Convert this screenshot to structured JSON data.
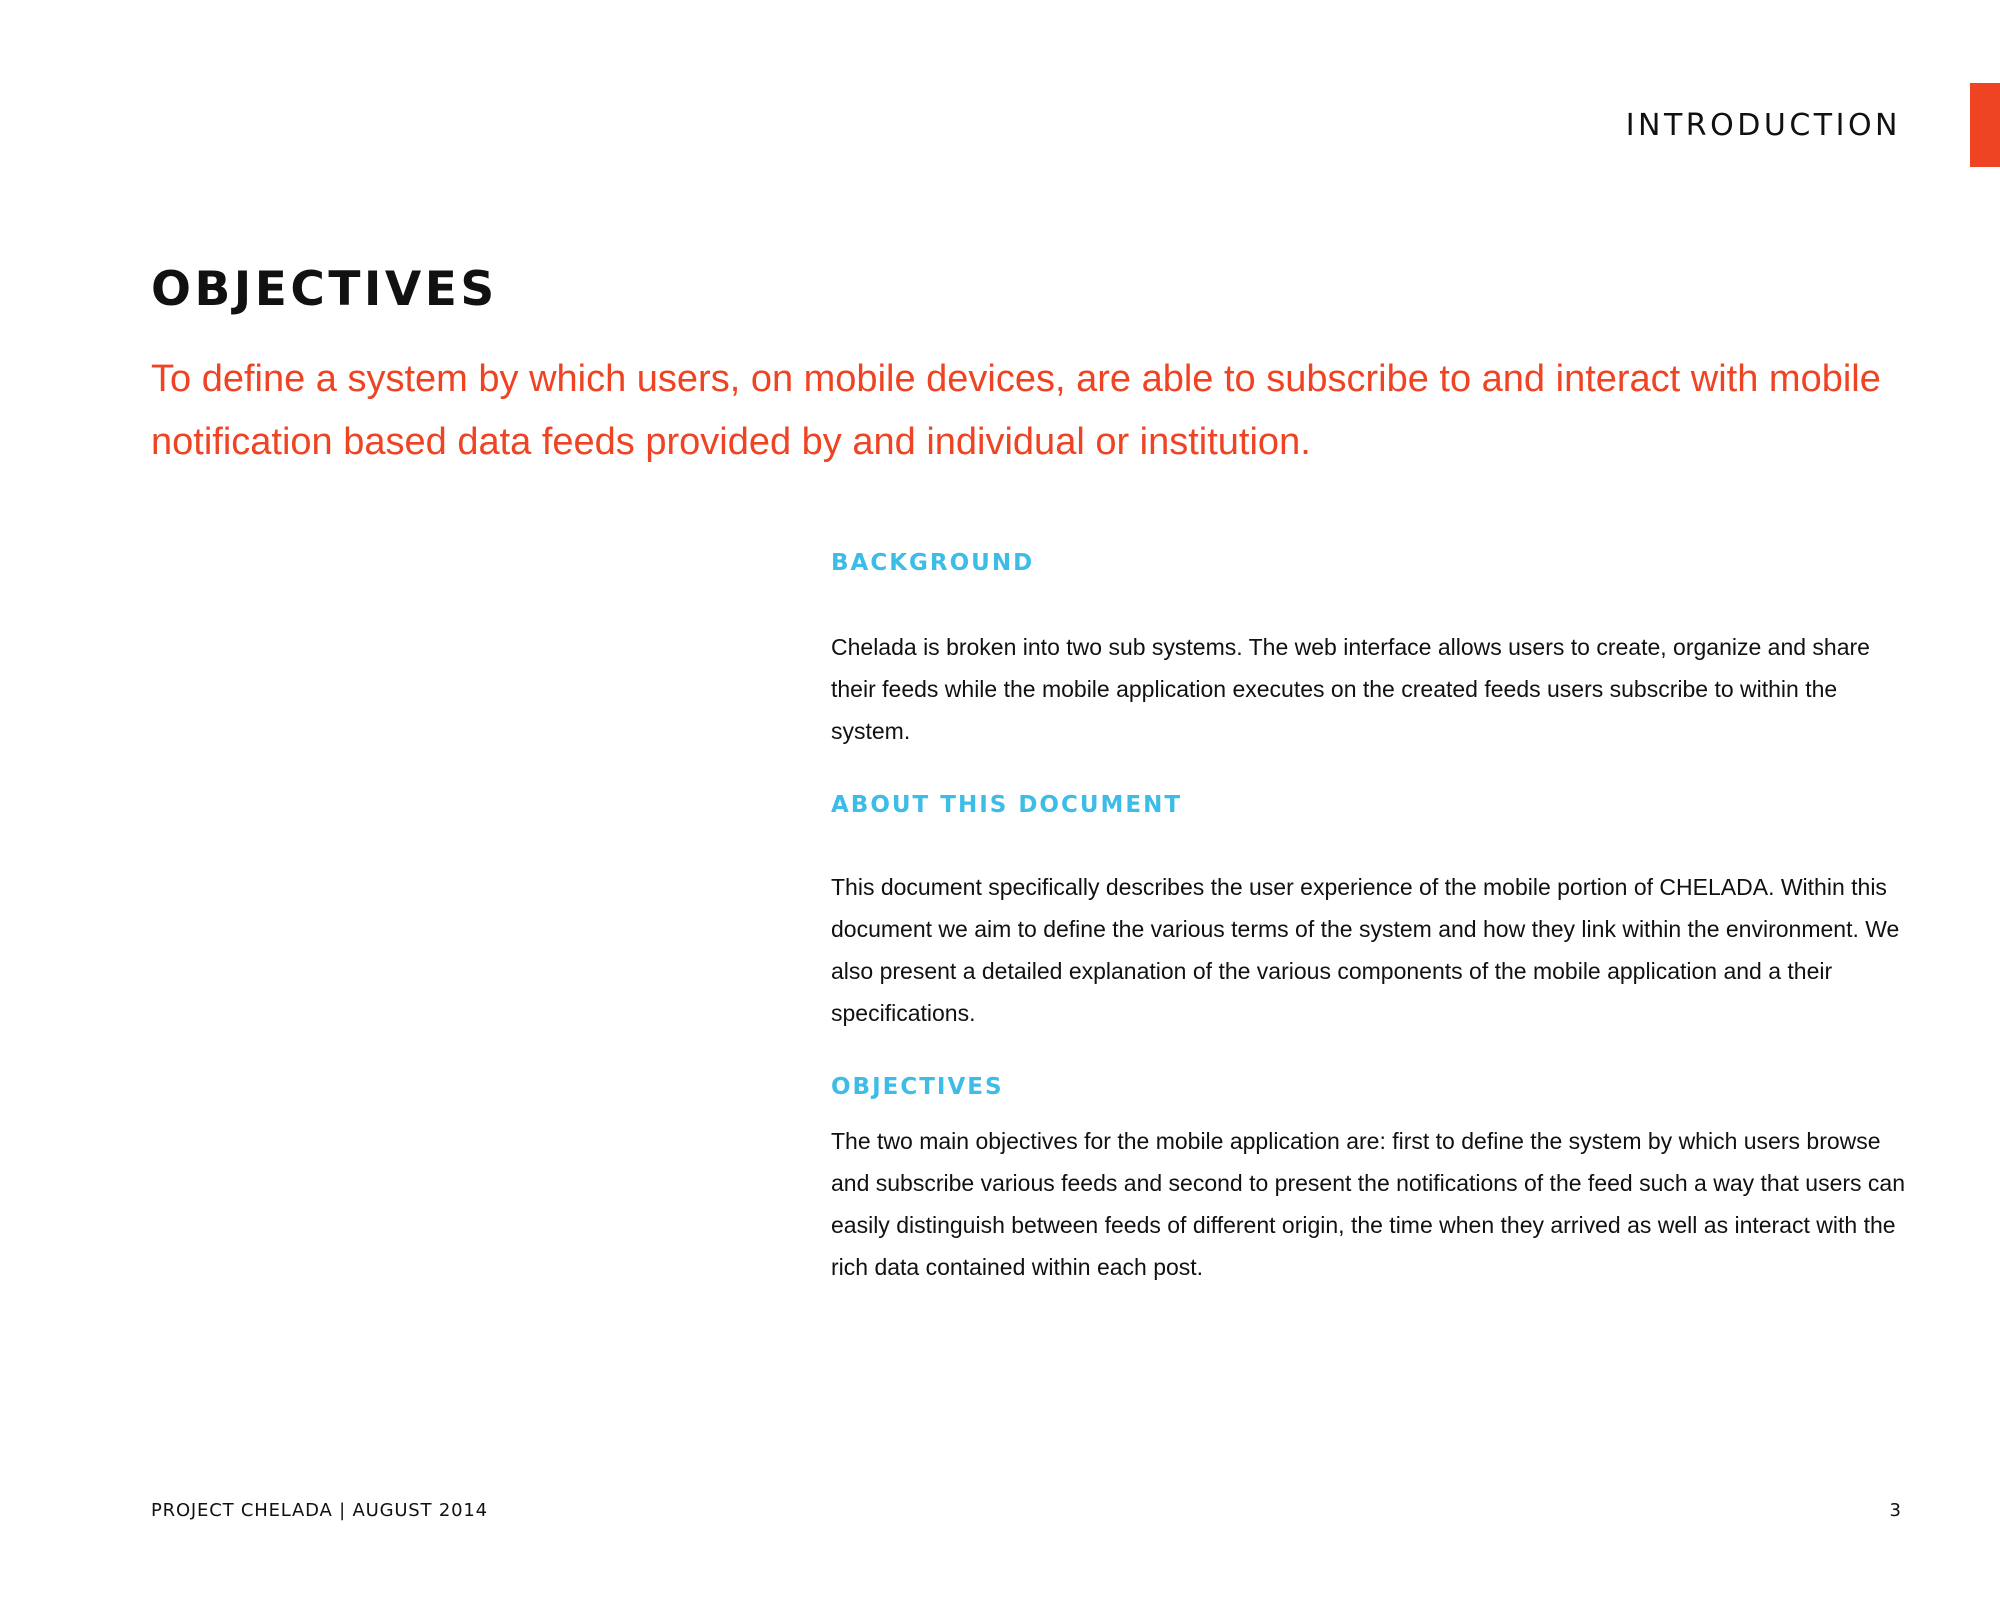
{
  "header": {
    "section_label": "INTRODUCTION"
  },
  "main": {
    "title": "OBJECTIVES",
    "lead": "To define a system by which users, on mobile devices, are able to subscribe to and interact with mobile notification based data feeds provided by and individual or institution.",
    "sections": [
      {
        "heading": "BACKGROUND",
        "body": "Chelada is broken into two sub systems. The web interface allows users to create, organize and share their feeds while the mobile application executes on the created feeds users subscribe to within the system."
      },
      {
        "heading": "ABOUT THIS DOCUMENT",
        "body": "This document specifically describes the user experience of the mobile portion of CHELADA. Within this document we aim to define the various terms of the system and how they link within the environment. We also present a detailed explanation of the various components of the mobile application and a their specifications."
      },
      {
        "heading": "OBJECTIVES",
        "body": "The two main objectives for the mobile application are: first to define the system by which users browse and subscribe various feeds and second to present the notifications of the feed such a way that users can easily distinguish between feeds of different origin, the time when they arrived as well as interact with the rich data contained within each post."
      }
    ]
  },
  "footer": {
    "left_text": "PROJECT CHELADA | AUGUST 2014",
    "page_number": "3"
  },
  "colors": {
    "accent": "#ee4423",
    "heading_blue": "#3cbce6",
    "text": "#111111"
  }
}
